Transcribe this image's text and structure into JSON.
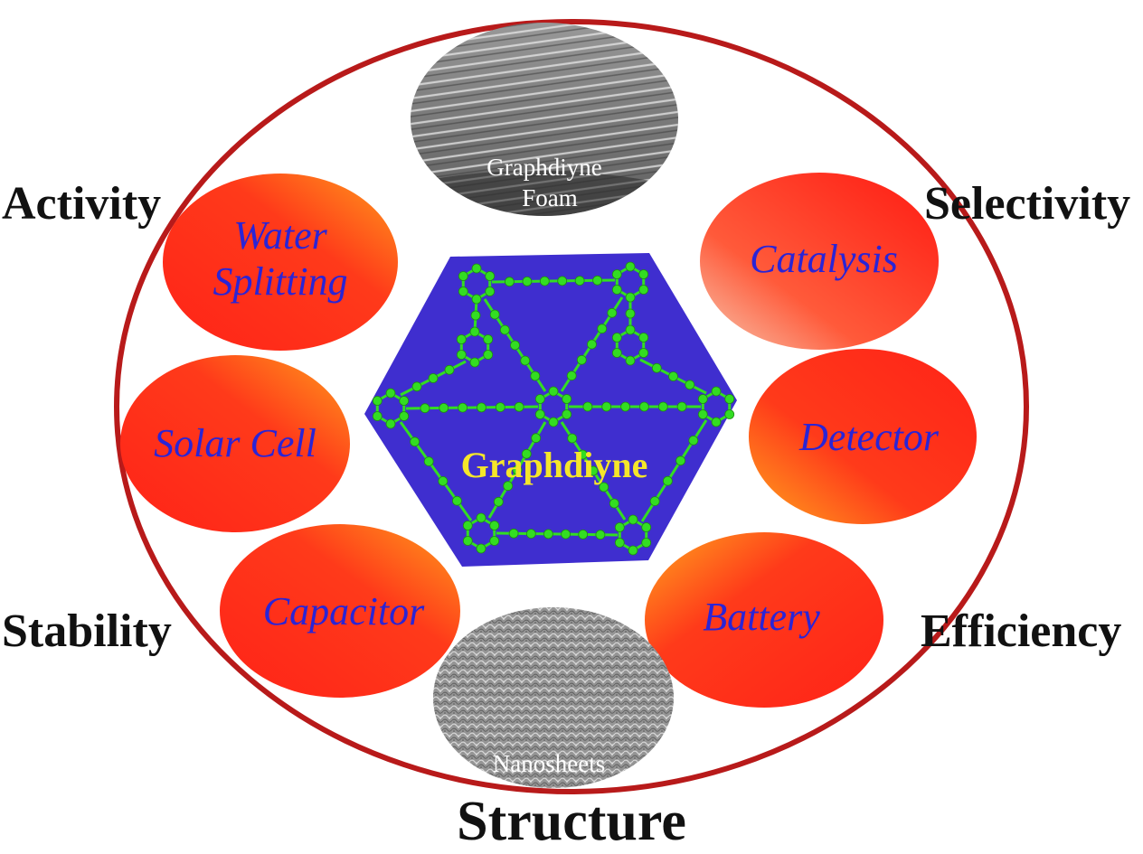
{
  "corners": {
    "activity": "Activity",
    "selectivity": "Selectivity",
    "stability": "Stability",
    "efficiency": "Efficiency"
  },
  "bottom_label": "Structure",
  "center_label": "Graphdiyne",
  "sem_images": {
    "foam_line1": "Graphdiyne",
    "foam_line2": "Foam",
    "nanosheets": "Nanosheets"
  },
  "applications": {
    "water_line1": "Water",
    "water_line2": "Splitting",
    "solar": "Solar Cell",
    "capacitor": "Capacitor",
    "catalysis": "Catalysis",
    "detector": "Detector",
    "battery": "Battery"
  },
  "colors": {
    "ring": "#b81a1a",
    "hexagon": "#3f2ecf",
    "atoms": "#33dd22",
    "application_text": "#2a24d6",
    "center_text": "#f5e62a",
    "oval_red": "#ff2a1a",
    "oval_orange": "#ffa020"
  }
}
